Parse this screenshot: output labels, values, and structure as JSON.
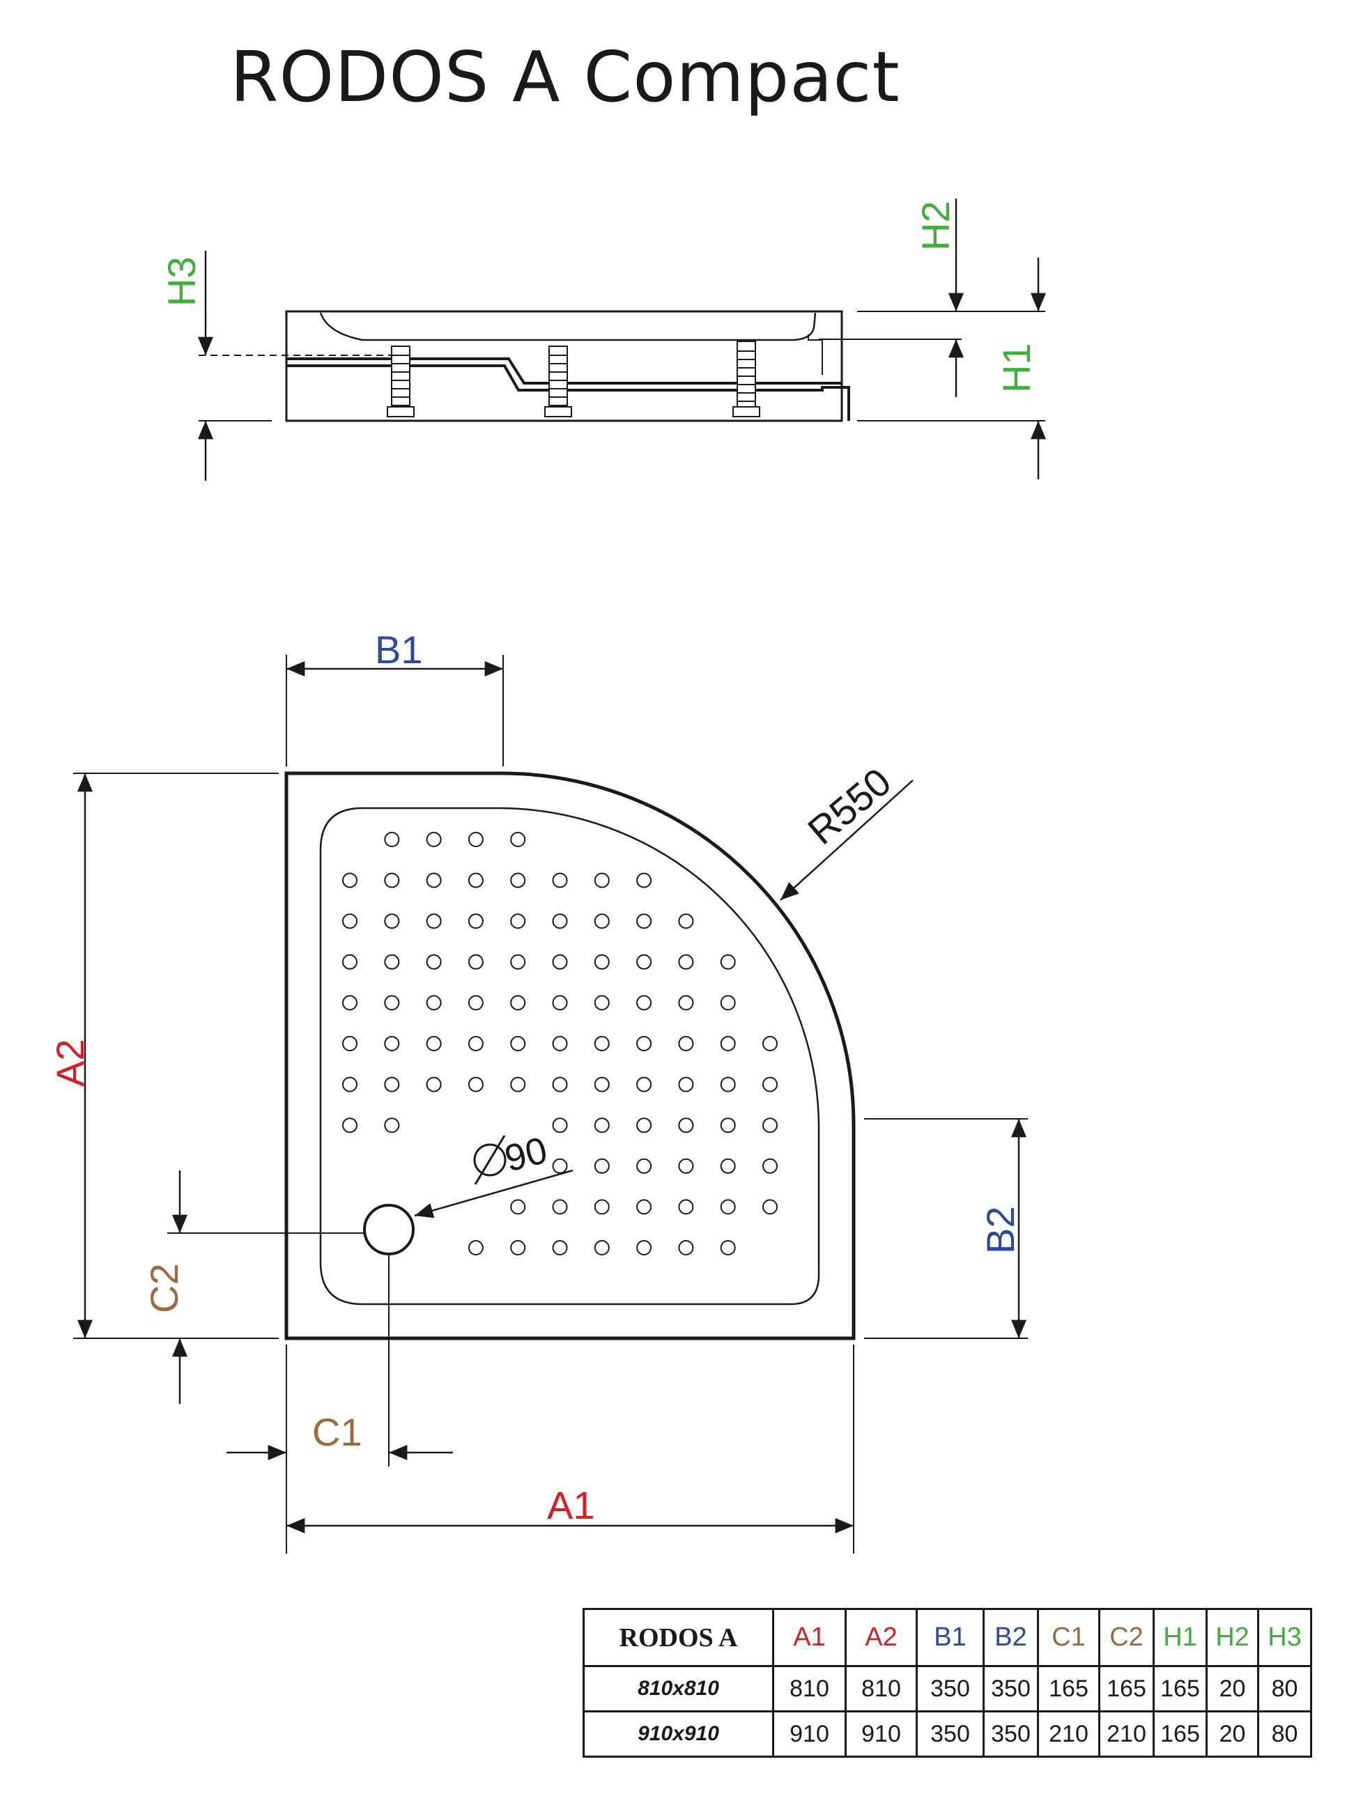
{
  "title": "RODOS A Compact",
  "colors": {
    "a": "#d32027",
    "b": "#2b4a9b",
    "c": "#9c6a3c",
    "h": "#3fae3a",
    "line": "#1a1a1a"
  },
  "side_view": {
    "labels": {
      "h1": "H1",
      "h2": "H2",
      "h3": "H3"
    }
  },
  "top_view": {
    "labels": {
      "a1": "A1",
      "a2": "A2",
      "b1": "B1",
      "b2": "B2",
      "c1": "C1",
      "c2": "C2",
      "radius": "R550",
      "drain": "90"
    },
    "drain_symbol": "diameter-symbol"
  },
  "table": {
    "model": "RODOS A",
    "columns": [
      {
        "label": "A1",
        "color": "#d32027"
      },
      {
        "label": "A2",
        "color": "#d32027"
      },
      {
        "label": "B1",
        "color": "#2b4a9b"
      },
      {
        "label": "B2",
        "color": "#2b4a9b"
      },
      {
        "label": "C1",
        "color": "#9c6a3c"
      },
      {
        "label": "C2",
        "color": "#9c6a3c"
      },
      {
        "label": "H1",
        "color": "#3fae3a"
      },
      {
        "label": "H2",
        "color": "#3fae3a"
      },
      {
        "label": "H3",
        "color": "#3fae3a"
      }
    ],
    "rows": [
      {
        "size": "810x810",
        "values": [
          "810",
          "810",
          "350",
          "350",
          "165",
          "165",
          "165",
          "20",
          "80"
        ]
      },
      {
        "size": "910x910",
        "values": [
          "910",
          "910",
          "350",
          "350",
          "210",
          "210",
          "165",
          "20",
          "80"
        ]
      }
    ]
  }
}
